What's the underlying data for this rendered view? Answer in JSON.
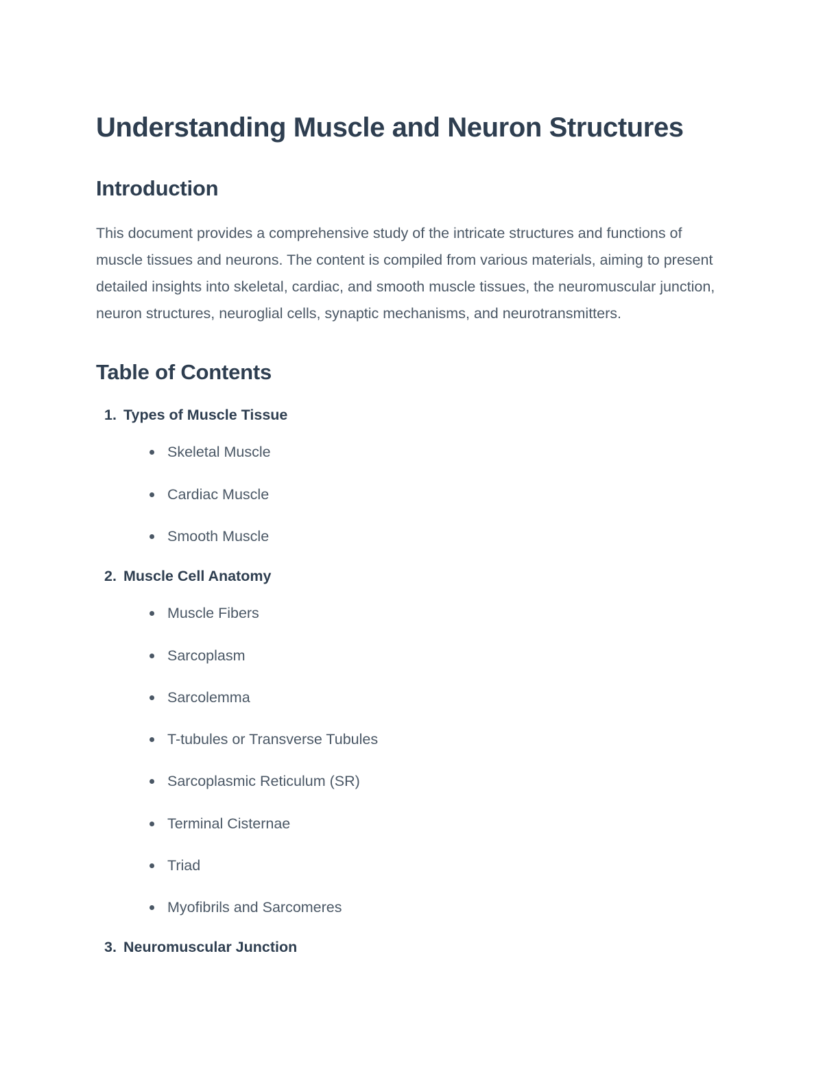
{
  "document": {
    "title": "Understanding Muscle and Neuron Structures",
    "colors": {
      "heading": "#2e3e50",
      "body": "#4a5765",
      "background": "#ffffff"
    },
    "sections": {
      "introduction": {
        "heading": "Introduction",
        "paragraph": "This document provides a comprehensive study of the intricate structures and functions of muscle tissues and neurons. The content is compiled from various materials, aiming to present detailed insights into skeletal, cardiac, and smooth muscle tissues, the neuromuscular junction, neuron structures, neuroglial cells, synaptic mechanisms, and neurotransmitters."
      },
      "table_of_contents": {
        "heading": "Table of Contents",
        "entries": [
          {
            "number": "1.",
            "label": "Types of Muscle Tissue",
            "items": [
              "Skeletal Muscle",
              "Cardiac Muscle",
              "Smooth Muscle"
            ]
          },
          {
            "number": "2.",
            "label": "Muscle Cell Anatomy",
            "items": [
              "Muscle Fibers",
              "Sarcoplasm",
              "Sarcolemma",
              "T-tubules or Transverse Tubules",
              "Sarcoplasmic Reticulum (SR)",
              "Terminal Cisternae",
              "Triad",
              "Myofibrils and Sarcomeres"
            ]
          },
          {
            "number": "3.",
            "label": "Neuromuscular Junction",
            "items": []
          }
        ]
      }
    }
  }
}
